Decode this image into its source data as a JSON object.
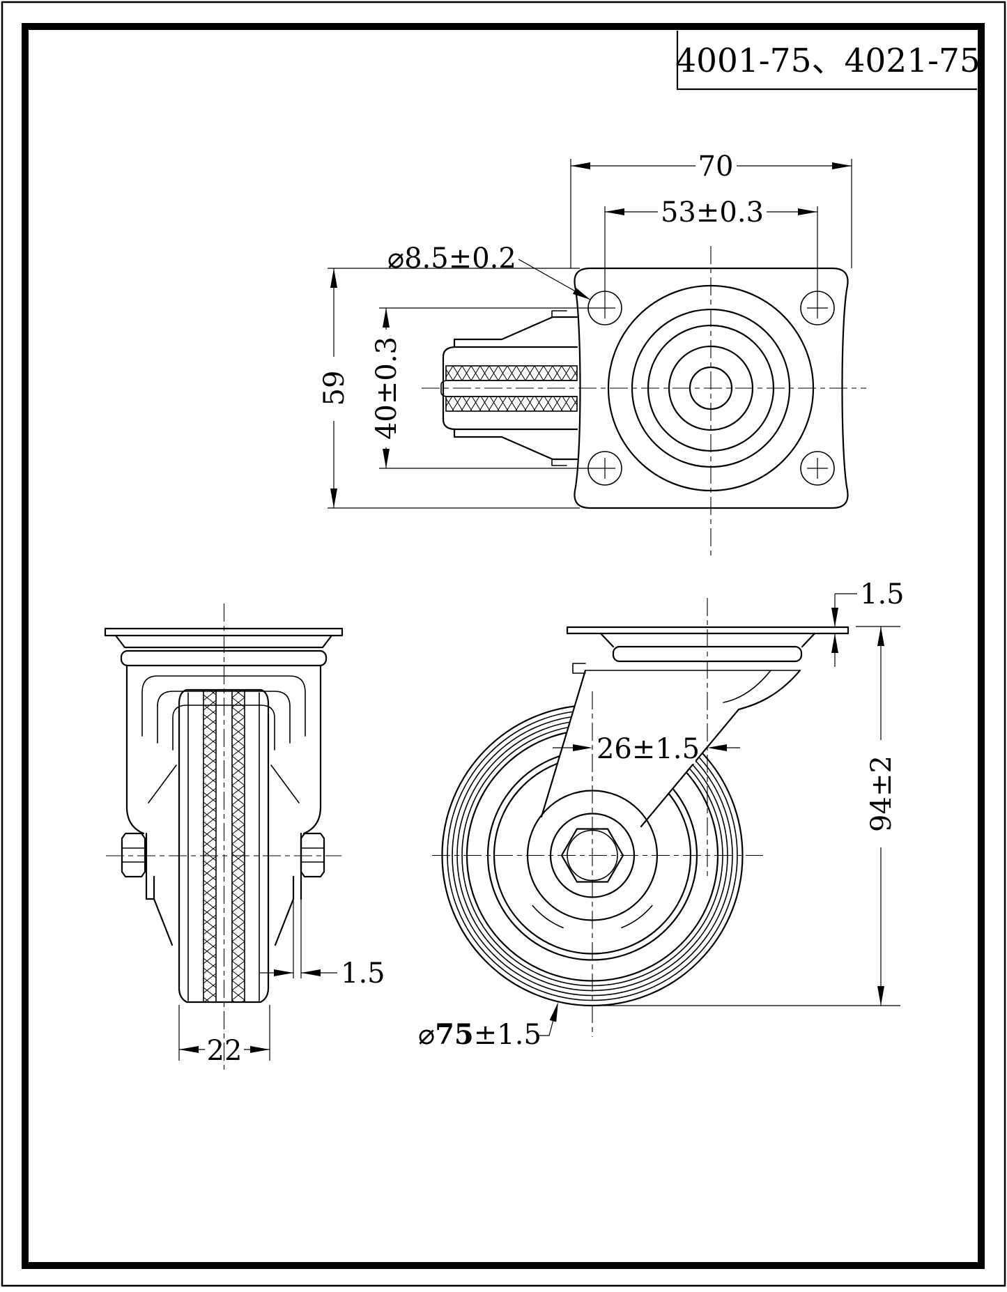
{
  "title_block": {
    "model": "4001-75、4021-75"
  },
  "top_view": {
    "plate_width": "70",
    "hole_spacing_x": "53±0.3",
    "hole_diameter": "⌀8.5±0.2",
    "plate_depth": "59",
    "hole_spacing_y": "40±0.3"
  },
  "front_view": {
    "fork_thickness": "1.5",
    "tread_width": "22"
  },
  "side_view": {
    "swivel_offset": "26±1.5",
    "plate_thickness": "1.5",
    "overall_height": "94±2",
    "wheel_dia_symbol": "⌀",
    "wheel_dia_value": "75",
    "wheel_dia_tolerance": "±1.5"
  }
}
